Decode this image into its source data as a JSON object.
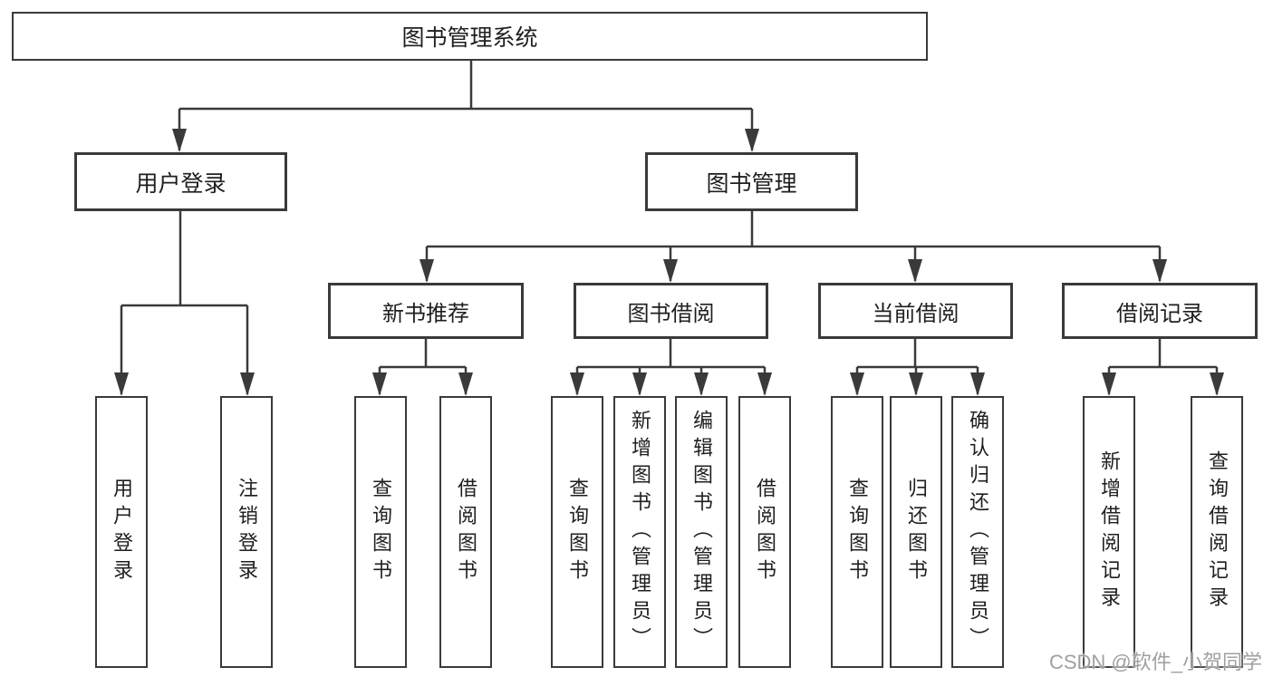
{
  "colors": {
    "line": "#3a3a3a",
    "text": "#1f1f1f",
    "watermark": "#a0a0a0",
    "background": "#ffffff"
  },
  "tree": {
    "label": "图书管理系统",
    "children": [
      {
        "label": "用户登录",
        "children": [
          {
            "label": "用户登录"
          },
          {
            "label": "注销登录"
          }
        ]
      },
      {
        "label": "图书管理",
        "children": [
          {
            "label": "新书推荐",
            "children": [
              {
                "label": "查询图书"
              },
              {
                "label": "借阅图书"
              }
            ]
          },
          {
            "label": "图书借阅",
            "children": [
              {
                "label": "查询图书"
              },
              {
                "label": "新增图书（管理员）"
              },
              {
                "label": "编辑图书（管理员）"
              },
              {
                "label": "借阅图书"
              }
            ]
          },
          {
            "label": "当前借阅",
            "children": [
              {
                "label": "查询图书"
              },
              {
                "label": "归还图书"
              },
              {
                "label": "确认归还（管理员）"
              }
            ]
          },
          {
            "label": "借阅记录",
            "children": [
              {
                "label": "新增借阅记录"
              },
              {
                "label": "查询借阅记录"
              }
            ]
          }
        ]
      }
    ]
  },
  "watermark": {
    "text": "CSDN @软件_小贺同学"
  }
}
